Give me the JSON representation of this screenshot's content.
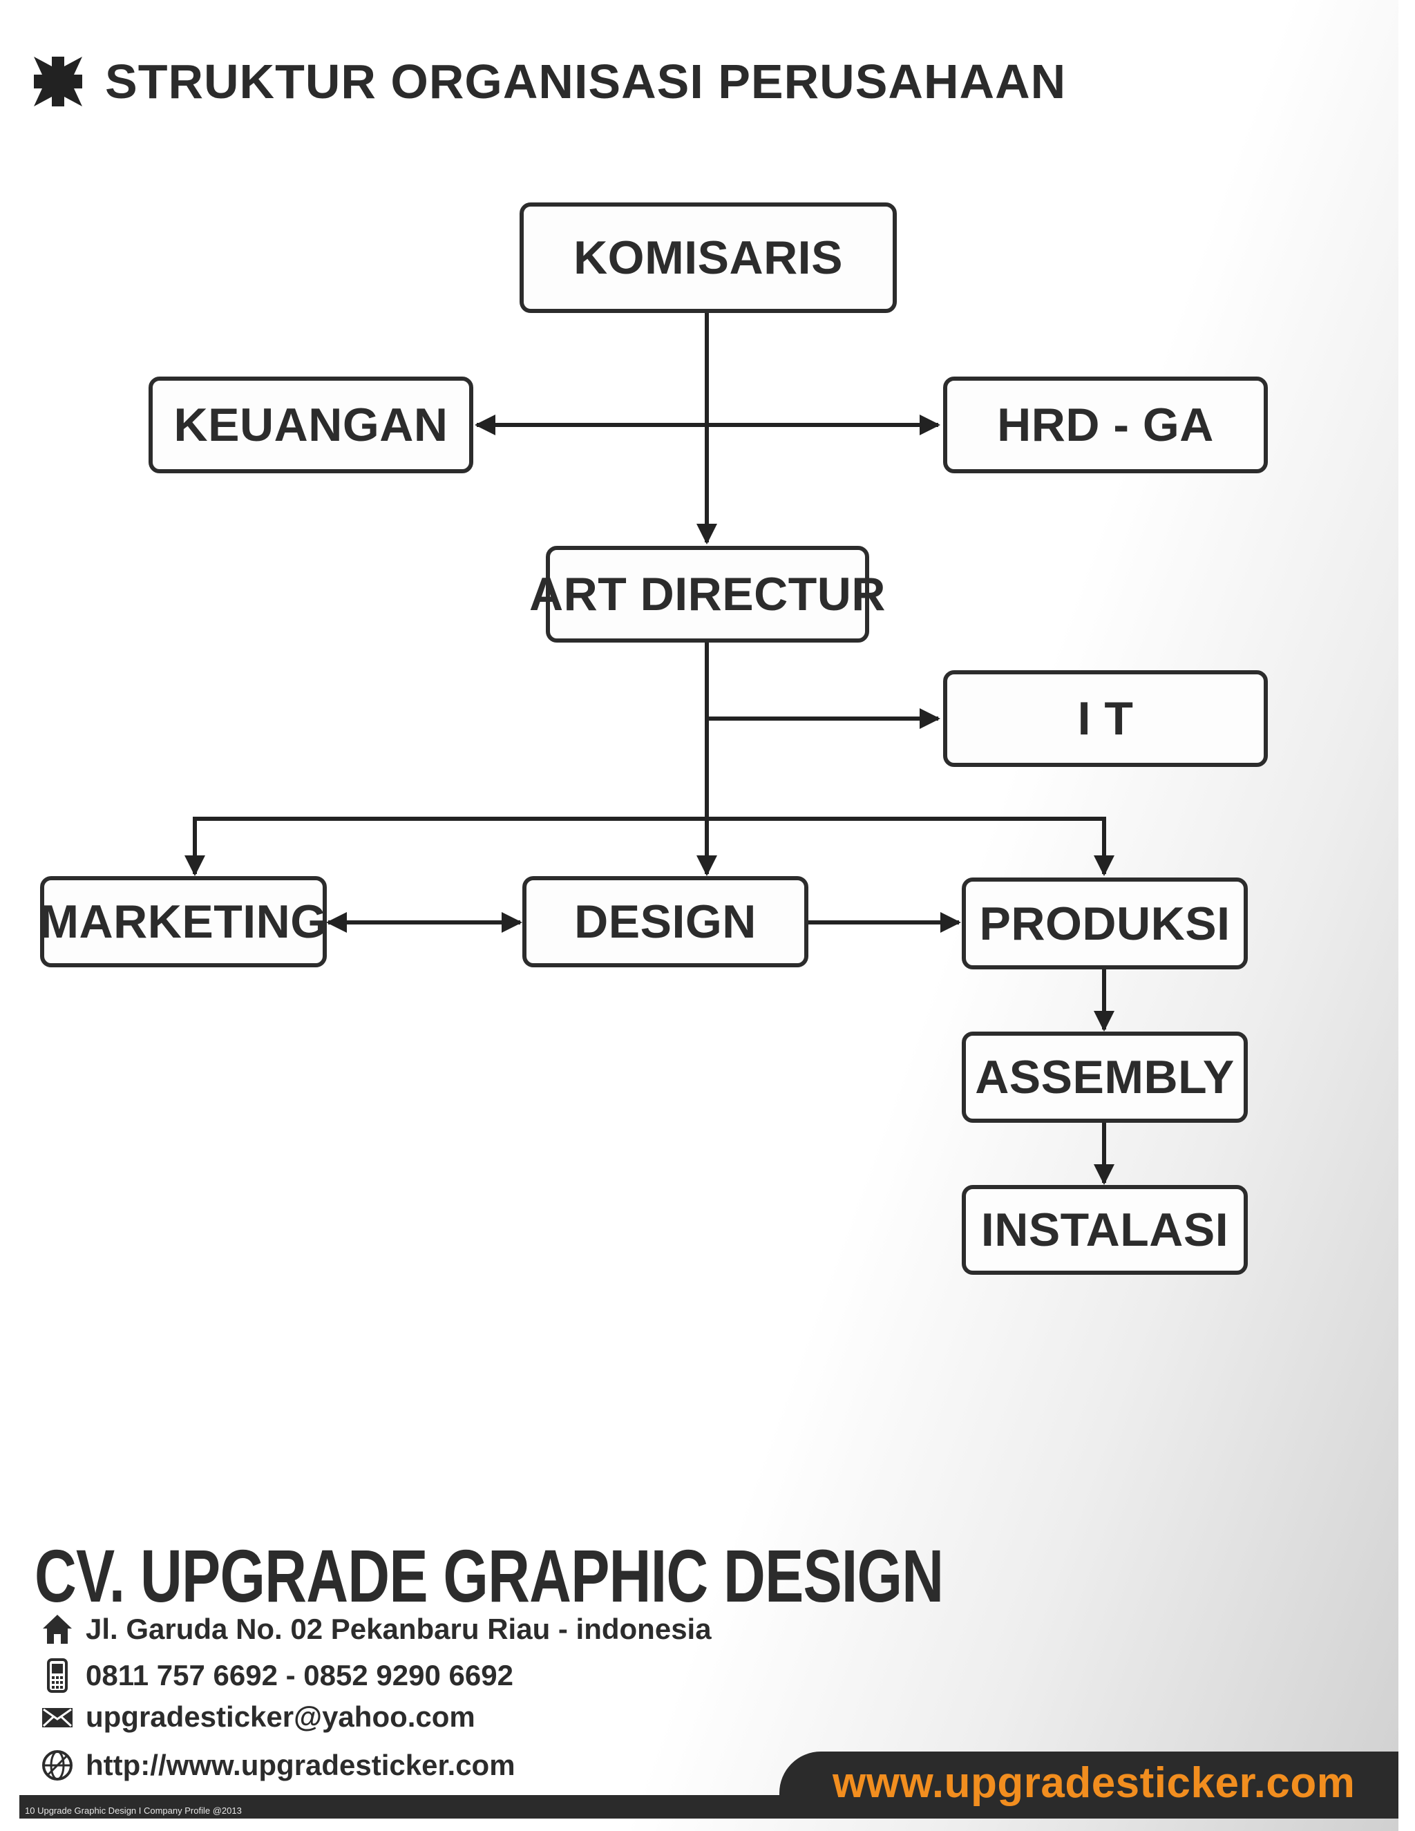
{
  "header": {
    "title": "STRUKTUR ORGANISASI PERUSAHAAN",
    "icon": "maltese-cross-icon"
  },
  "org_chart": {
    "komisaris": "KOMISARIS",
    "keuangan": "KEUANGAN",
    "hrd_ga": "HRD - GA",
    "art_director": "ART DIRECTUR",
    "it": "I T",
    "marketing": "MARKETING",
    "design": "DESIGN",
    "produksi": "PRODUKSI",
    "assembly": "ASSEMBLY",
    "instalasi": "INSTALASI"
  },
  "company": {
    "name": "CV. UPGRADE GRAPHIC DESIGN",
    "address": "Jl. Garuda No. 02 Pekanbaru Riau - indonesia",
    "phone": "0811 757 6692 - 0852 9290 6692",
    "email": "upgradesticker@yahoo.com",
    "website": "http://www.upgradesticker.com"
  },
  "footer": {
    "url": "www.upgradesticker.com",
    "note": "10  Upgrade Graphic Design I Company Profile @2013"
  },
  "colors": {
    "ink": "#2c2c2c",
    "accent": "#f28e1f",
    "footer_bg": "#2b2b2b"
  }
}
